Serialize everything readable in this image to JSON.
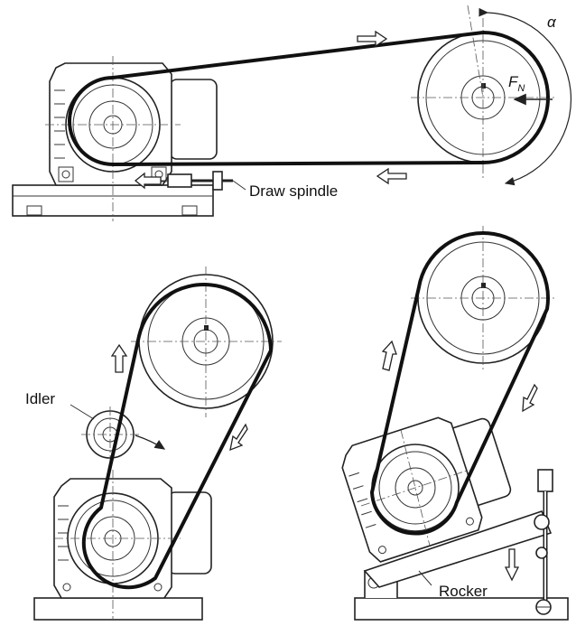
{
  "labels": {
    "draw_spindle": "Draw spindle",
    "idler": "Idler",
    "rocker": "Rocker",
    "alpha": "α",
    "force_symbol": "F",
    "force_subscript": "N"
  }
}
